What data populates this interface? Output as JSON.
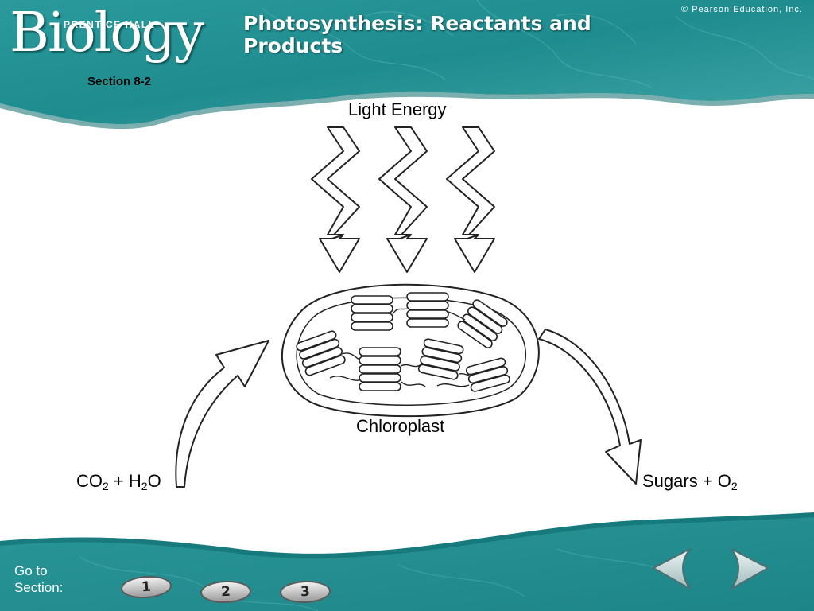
{
  "header": {
    "publisher": "PRENTICE HALL",
    "logo": "Biology",
    "section": "Section 8-2",
    "title": "Photosynthesis: Reactants and Products",
    "copyright": "© Pearson Education, Inc."
  },
  "diagram": {
    "light_label": "Light Energy",
    "organelle_label": "Chloroplast",
    "reactants": {
      "a": "CO",
      "a_sub": "2",
      "plus": " + H",
      "b_sub": "2",
      "b": "O"
    },
    "products": {
      "a": "Sugars + O",
      "a_sub": "2"
    }
  },
  "footer": {
    "goto_label": "Go to Section:",
    "sections": [
      "1",
      "2",
      "3"
    ],
    "nav": {
      "prev": "back-arrow-icon",
      "next": "forward-arrow-icon"
    }
  },
  "colors": {
    "teal": "#1f8f92",
    "teal_dark": "#0d6b6e",
    "teal_light": "#5fb8b8"
  }
}
